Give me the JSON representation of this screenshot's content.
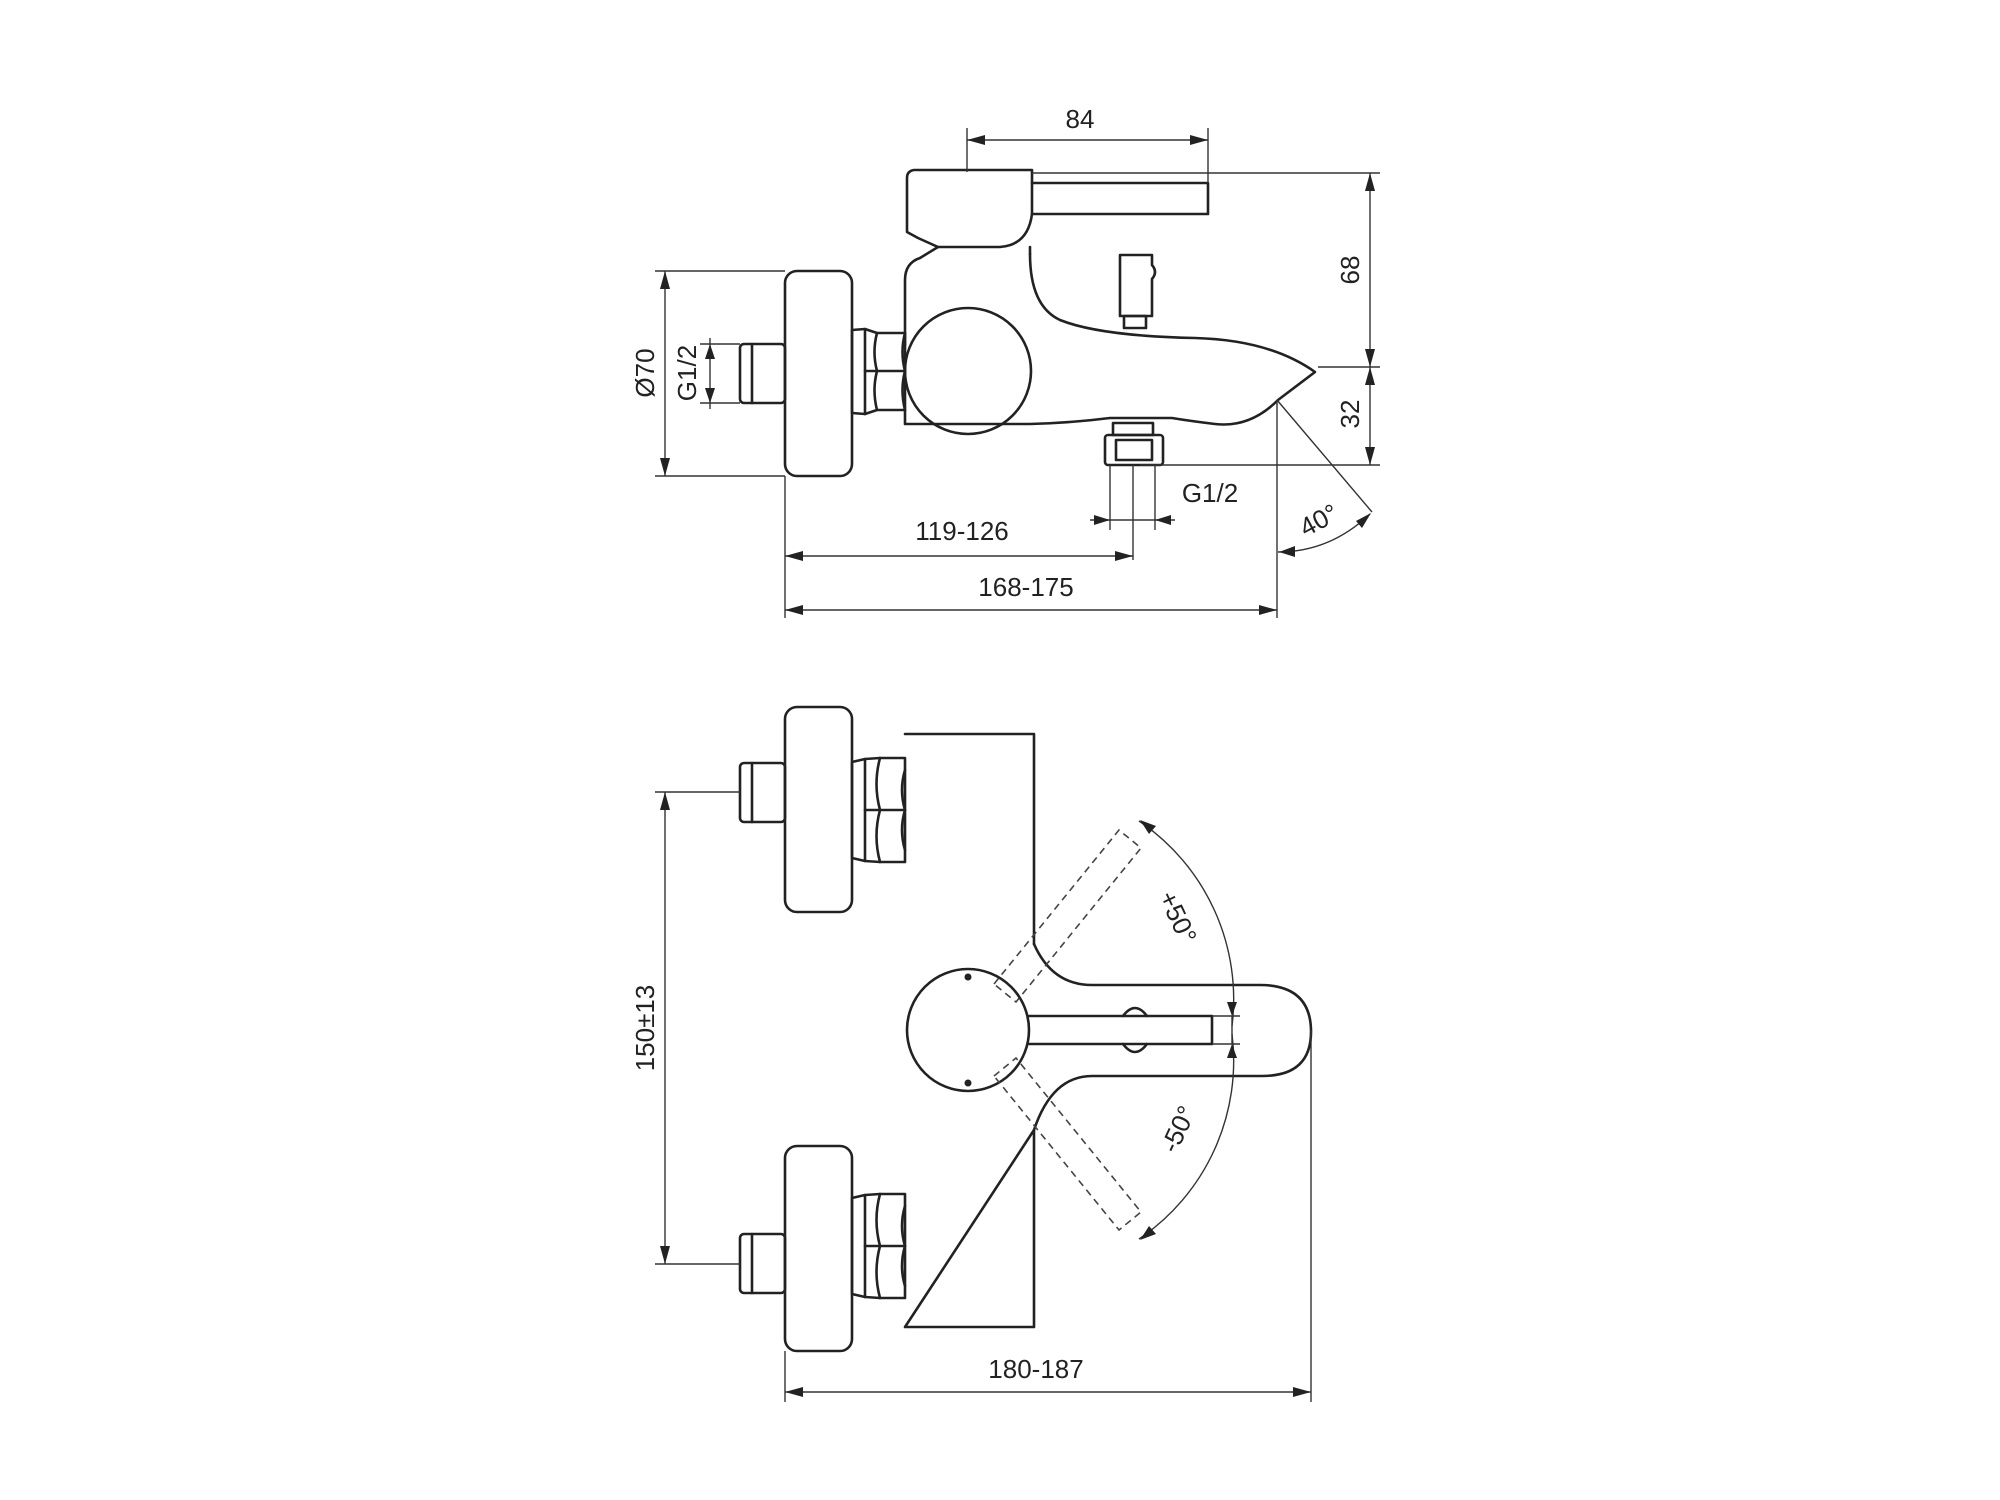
{
  "dimensions": {
    "top_width": "84",
    "height_lever": "68",
    "height_spout": "32",
    "rosette_diameter": "Ø70",
    "inlet_thread": "G1/2",
    "outlet_thread": "G1/2",
    "depth_outlet": "119-126",
    "depth_spout": "168-175",
    "spout_angle": "40°",
    "inlet_spacing": "150±13",
    "lever_rotation_plus": "+50°",
    "lever_rotation_minus": "-50°",
    "total_depth": "180-187"
  }
}
